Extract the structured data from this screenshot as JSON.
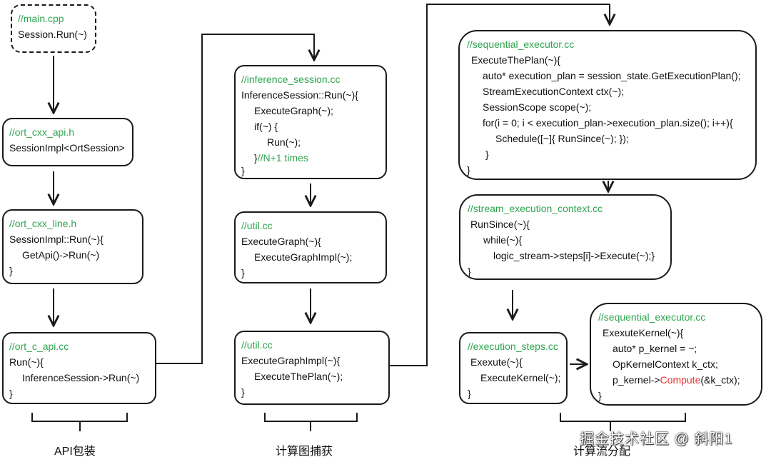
{
  "boxes": {
    "main": {
      "lines": [
        "//main.cpp",
        "Session.Run(~)"
      ]
    },
    "ort_cxx_api": {
      "lines": [
        "//ort_cxx_api.h",
        "SessionImpl<OrtSession>"
      ]
    },
    "ort_cxx_line": {
      "lines": [
        "//ort_cxx_line.h",
        "SessionImpl::Run(~){",
        "GetApi()->Run(~)",
        "}"
      ]
    },
    "ort_c_api": {
      "lines": [
        "//ort_c_api.cc",
        "Run(~){",
        "InferenceSession->Run(~)",
        "}"
      ]
    },
    "inference_session": {
      "lines": [
        "//inference_session.cc",
        "InferenceSession::Run(~){",
        "ExecuteGraph(~);",
        "if(~) {",
        "Run(~);",
        "}",
        "//N+1 times",
        "}"
      ]
    },
    "util_1": {
      "lines": [
        "//util.cc",
        "ExecuteGraph(~){",
        "ExecuteGraphImpl(~);",
        "}"
      ]
    },
    "util_2": {
      "lines": [
        "//util.cc",
        "ExecuteGraphImpl(~){",
        "ExecuteThePlan(~);",
        "}"
      ]
    },
    "sequential_executor_1": {
      "lines": [
        "//sequential_executor.cc",
        "ExecuteThePlan(~){",
        "auto* execution_plan = session_state.GetExecutionPlan();",
        "StreamExecutionContext ctx(~);",
        "SessionScope scope(~);",
        "for(i = 0; i < execution_plan->execution_plan.size(); i++){",
        "Schedule([~]{  RunSince(~);  });",
        "}",
        "}"
      ]
    },
    "stream_execution_context": {
      "lines": [
        "//stream_execution_context.cc",
        "RunSince(~){",
        "while(~){",
        "logic_stream->steps[i]->Execute(~);}",
        "}"
      ]
    },
    "execution_steps": {
      "lines": [
        "//execution_steps.cc",
        "Exexute(~){",
        "ExecuteKernel(~);",
        "}"
      ]
    },
    "sequential_executor_2": {
      "lines": [
        "//sequential_executor.cc",
        "ExexuteKernel(~){",
        "auto* p_kernel = ~;",
        "OpKernelContext k_ctx;",
        "p_kernel->",
        "Compute",
        "(&k_ctx);",
        "}"
      ]
    }
  },
  "labels": {
    "api": "API包装",
    "graph": "计算图捕获",
    "stream": "计算流分配"
  },
  "watermark": "掘金技术社区 @ 斜阳1",
  "colors": {
    "comment": "#2ea44f",
    "highlight": "#e5302f",
    "line": "#1a1a1a"
  }
}
